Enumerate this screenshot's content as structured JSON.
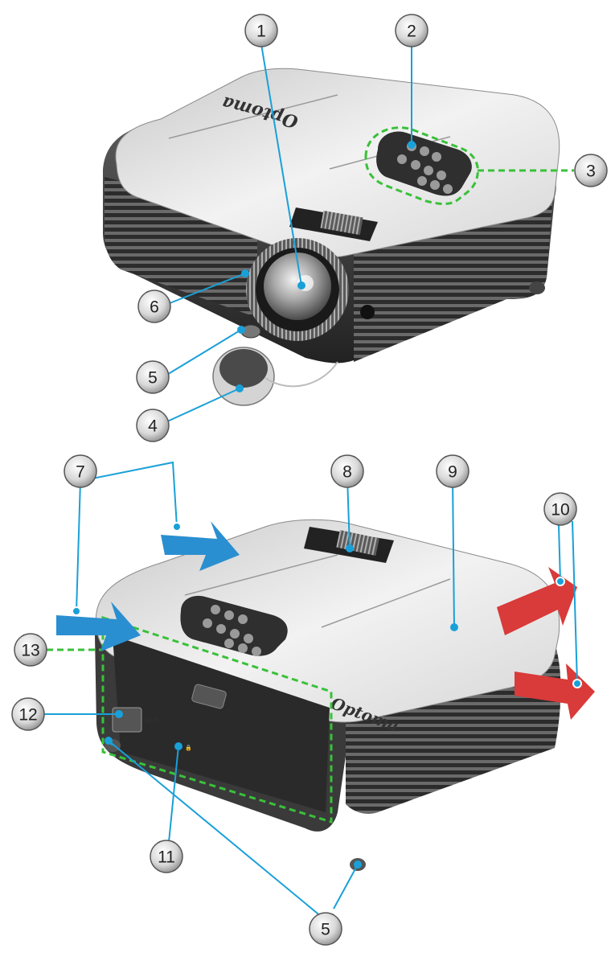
{
  "brand_text": "Optoma",
  "callouts": {
    "c1": "1",
    "c2": "2",
    "c3": "3",
    "c4": "4",
    "c5a": "5",
    "c6": "6",
    "c7": "7",
    "c8": "8",
    "c9": "9",
    "c10": "10",
    "c11": "11",
    "c12": "12",
    "c13": "13",
    "c5b": "5"
  },
  "connector_labels": {
    "power": "AC IN",
    "lock": "🔒"
  },
  "colors": {
    "leader_line": "#1aa0d8",
    "highlight_dash": "#39c139",
    "air_intake": "#2a8fd0",
    "air_exhaust": "#d93a3a",
    "body_light": "#e8e8e8",
    "body_dark": "#3a3a3a"
  },
  "icons": [
    "callout-bubble",
    "intake-arrow-icon",
    "exhaust-arrow-icon",
    "lens-icon",
    "keypad-icon"
  ]
}
